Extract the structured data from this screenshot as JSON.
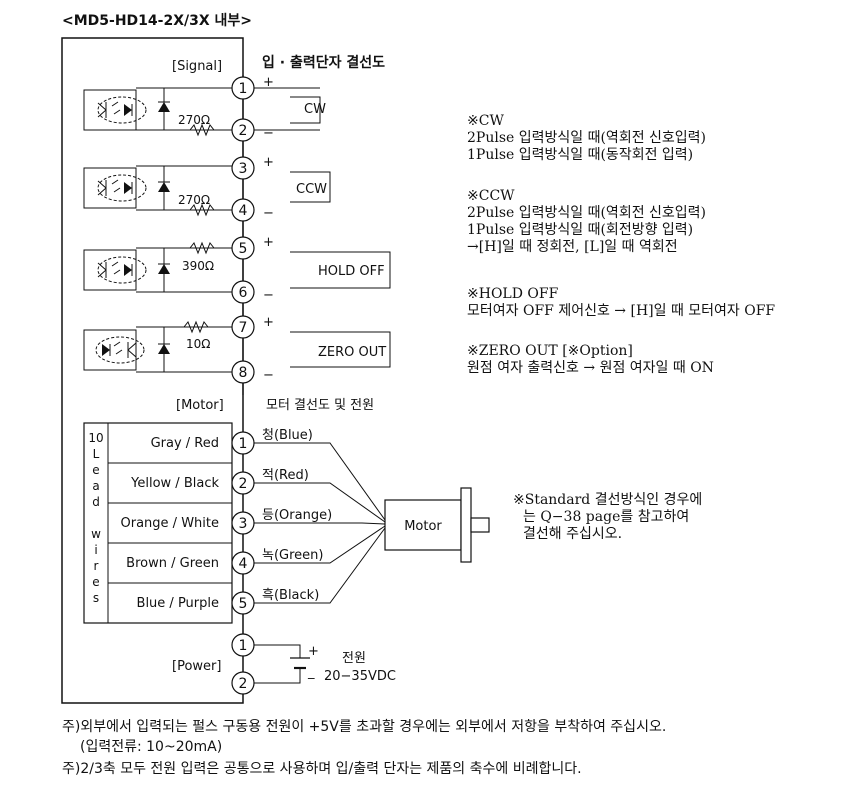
{
  "title": "<MD5-HD14-2X/3X 내부>",
  "signal_section": {
    "label": "[Signal]",
    "heading": "입 · 출력단자 결선도",
    "terminals": [
      "1",
      "2",
      "3",
      "4",
      "5",
      "6",
      "7",
      "8"
    ],
    "resistors": [
      "270Ω",
      "270Ω",
      "390Ω",
      "10Ω"
    ],
    "signals": [
      "CW",
      "CCW",
      "HOLD OFF",
      "ZERO OUT"
    ],
    "plus": "+",
    "minus": "−"
  },
  "notes": {
    "cw": [
      "※CW",
      "2Pulse 입력방식일 때(역회전 신호입력)",
      "1Pulse 입력방식일 때(동작회전 입력)"
    ],
    "ccw": [
      "※CCW",
      "2Pulse 입력방식일 때(역회전 신호입력)",
      "1Pulse 입력방식일 때(회전방향 입력)",
      "→[H]일 때 정회전, [L]일 때 역회전"
    ],
    "hold": [
      "※HOLD OFF",
      "모터여자 OFF 제어신호 → [H]일 때 모터여자 OFF"
    ],
    "zero": [
      "※ZERO OUT [※Option]",
      "원점 여자 출력신호 → 원점 여자일 때 ON"
    ]
  },
  "motor_section": {
    "label": "[Motor]",
    "heading": "모터 결선도 및 전원",
    "lead_label": [
      "10",
      "L",
      "e",
      "a",
      "d",
      "",
      "w",
      "i",
      "r",
      "e",
      "s"
    ],
    "rows": [
      {
        "wires": "Gray / Red",
        "terminal": "1",
        "color": "청(Blue)"
      },
      {
        "wires": "Yellow / Black",
        "terminal": "2",
        "color": "적(Red)"
      },
      {
        "wires": "Orange / White",
        "terminal": "3",
        "color": "등(Orange)"
      },
      {
        "wires": "Brown / Green",
        "terminal": "4",
        "color": "녹(Green)"
      },
      {
        "wires": "Blue / Purple",
        "terminal": "5",
        "color": "흑(Black)"
      }
    ],
    "motor_label": "Motor",
    "standard_note": [
      "※Standard 결선방식인 경우에",
      "는 Q−38 page를 참고하여",
      "결선해 주십시오."
    ]
  },
  "power_section": {
    "label": "[Power]",
    "terminals": [
      "1",
      "2"
    ],
    "name": "전원",
    "voltage": "20−35VDC",
    "plus": "+",
    "minus": "_"
  },
  "footnotes": [
    "주)외부에서 입력되는 펄스 구동용 전원이 +5V를 초과할 경우에는 외부에서 저항을 부착하여 주십시오.",
    "(입력전류: 10~20mA)",
    "주)2/3축 모두 전원 입력은 공통으로 사용하며 입/출력 단자는 제품의 축수에 비례합니다."
  ]
}
